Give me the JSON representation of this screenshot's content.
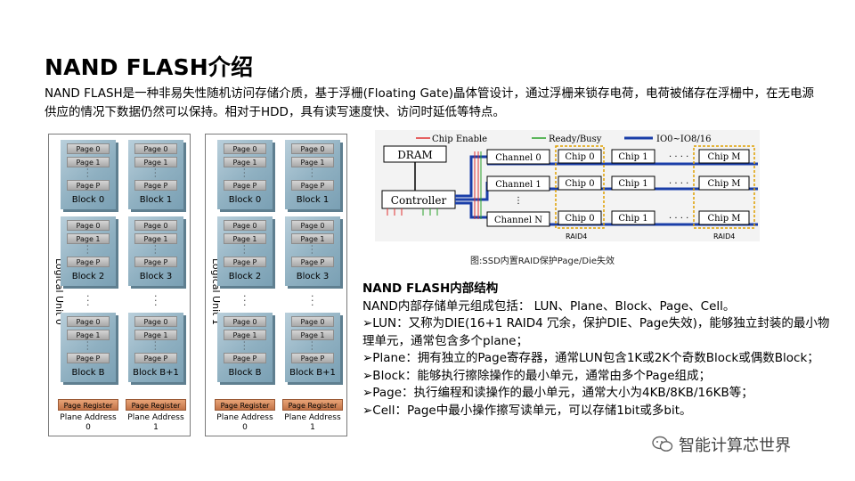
{
  "title": "NAND FLASH介绍",
  "intro": "NAND FLASH是一种非易失性随机访问存储介质，基于浮栅(Floating Gate)晶体管设计，通过浮栅来锁存电荷，电荷被储存在浮栅中，在无电源供应的情况下数据仍然可以保持。相对于HDD，具有读写速度快、访问时延低等特点。",
  "dies": [
    {
      "logical_unit": "Logical Unit 0",
      "blocks": [
        [
          "Block 0",
          "Block 1"
        ],
        [
          "Block 2",
          "Block 3"
        ],
        [
          "Block B",
          "Block B+1"
        ]
      ],
      "page_register": "Page Register",
      "plane_addresses": [
        "Plane Address 0",
        "Plane Address 1"
      ]
    },
    {
      "logical_unit": "Logical Unit 1",
      "blocks": [
        [
          "Block 0",
          "Block 1"
        ],
        [
          "Block 2",
          "Block 3"
        ],
        [
          "Block B",
          "Block B+1"
        ]
      ],
      "page_register": "Page Register",
      "plane_addresses": [
        "Plane Address 0",
        "Plane Address 1"
      ]
    }
  ],
  "pages": [
    "Page 0",
    "Page 1",
    "Page P"
  ],
  "raid_diagram": {
    "legend": [
      "Chip Enable",
      "Ready/Busy",
      "IO0~IO8/16"
    ],
    "dram": "DRAM",
    "controller": "Controller",
    "channels": [
      "Channel 0",
      "Channel 1",
      "Channel N"
    ],
    "chips": [
      "Chip 0",
      "Chip 1",
      "Chip M"
    ],
    "raid_labels": [
      "RAID4",
      "RAID4"
    ],
    "colors": {
      "chip_enable": "#e03030",
      "ready_busy": "#2aa12a",
      "io": "#1a3ea8",
      "raid_box": "#e0a000"
    }
  },
  "raid_caption": "图:SSD内置RAID保护Page/Die失效",
  "section": {
    "heading": "NAND FLASH内部结构",
    "lines": [
      "NAND内部存储单元组成包括： LUN、Plane、Block、Page、Cell。",
      "➢LUN：又称为DIE(16+1 RAID4 冗余，保护DIE、Page失效)，能够独立封装的最小物理单元，通常包含多个plane；",
      "➢Plane：拥有独立的Page寄存器，通常LUN包含1K或2K个奇数Block或偶数Block；",
      "➢Block：能够执行擦除操作的最小单元，通常由多个Page组成；",
      "➢Page：执行编程和读操作的最小单元，通常大小为4KB/8KB/16KB等；",
      "➢Cell：Page中最小操作擦写读单元，可以存储1bit或多bit。"
    ]
  },
  "watermark": "智能计算芯世界"
}
